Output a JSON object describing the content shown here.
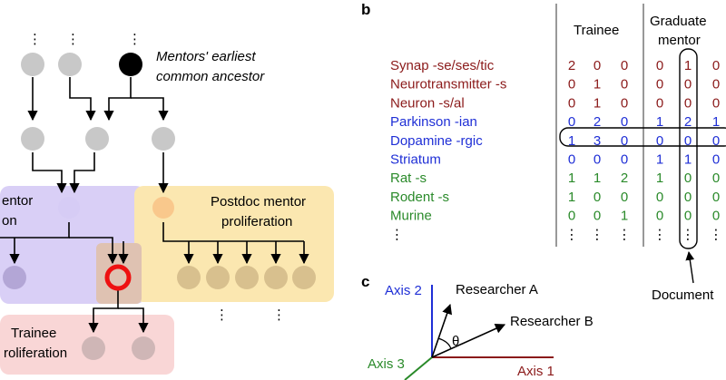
{
  "panel_a": {
    "vdots": "⋮",
    "hdots": "⋮",
    "ancestor_label_1": "Mentors' earliest",
    "ancestor_label_2": "common ancestor",
    "left_mentor_label_1": "entor",
    "left_mentor_label_2": "on",
    "postdoc_label_1": "Postdoc mentor",
    "postdoc_label_2": "proliferation",
    "trainee_label_1": "Trainee",
    "trainee_label_2": "roliferation",
    "colors": {
      "node_gray": "#c8c8c8",
      "node_black": "#000000",
      "node_purple": "#d6ccf5",
      "node_orange": "#f9c88c",
      "focus_ring": "#ee1111",
      "region_purple": "#d9cff6",
      "region_yellow": "#fbe7b0",
      "region_pink": "#f9d6d6",
      "region_focus": "#dfc2b2"
    }
  },
  "panel_b": {
    "panel_letter": "b",
    "header_trainee": "Trainee",
    "header_graduate_1": "Graduate",
    "header_graduate_2": "mentor",
    "document_label": "Document",
    "rows": [
      {
        "term": "Synap -se/ses/tic",
        "color": "#8b1a1a",
        "values": [
          "2",
          "0",
          "0",
          "0",
          "1",
          "0"
        ]
      },
      {
        "term": "Neurotransmitter -s",
        "color": "#8b1a1a",
        "values": [
          "0",
          "1",
          "0",
          "0",
          "0",
          "0"
        ]
      },
      {
        "term": "Neuron -s/al",
        "color": "#8b1a1a",
        "values": [
          "0",
          "1",
          "0",
          "0",
          "0",
          "0"
        ]
      },
      {
        "term": "Parkinson -ian",
        "color": "#1f2fd6",
        "values": [
          "0",
          "2",
          "0",
          "1",
          "2",
          "1"
        ]
      },
      {
        "term": "Dopamine -rgic",
        "color": "#1f2fd6",
        "values": [
          "1",
          "3",
          "0",
          "0",
          "0",
          "0"
        ]
      },
      {
        "term": "Striatum",
        "color": "#1f2fd6",
        "values": [
          "0",
          "0",
          "0",
          "1",
          "1",
          "0"
        ]
      },
      {
        "term": "Rat -s",
        "color": "#2a8a2a",
        "values": [
          "1",
          "1",
          "2",
          "1",
          "0",
          "0"
        ]
      },
      {
        "term": "Rodent -s",
        "color": "#2a8a2a",
        "values": [
          "1",
          "0",
          "0",
          "0",
          "0",
          "0"
        ]
      },
      {
        "term": "Murine",
        "color": "#2a8a2a",
        "values": [
          "0",
          "0",
          "1",
          "0",
          "0",
          "0"
        ]
      },
      {
        "term": "⋮",
        "color": "#000000",
        "values": [
          "⋮",
          "⋮",
          "⋮",
          "⋮",
          "⋮",
          "⋮"
        ]
      }
    ]
  },
  "panel_c": {
    "panel_letter": "c",
    "axis1": "Axis 1",
    "axis2": "Axis 2",
    "axis3": "Axis 3",
    "researcher_a": "Researcher A",
    "researcher_b": "Researcher B",
    "theta": "θ",
    "colors": {
      "axis1": "#8b1a1a",
      "axis2": "#1f2fd6",
      "axis3": "#2a8a2a"
    }
  }
}
